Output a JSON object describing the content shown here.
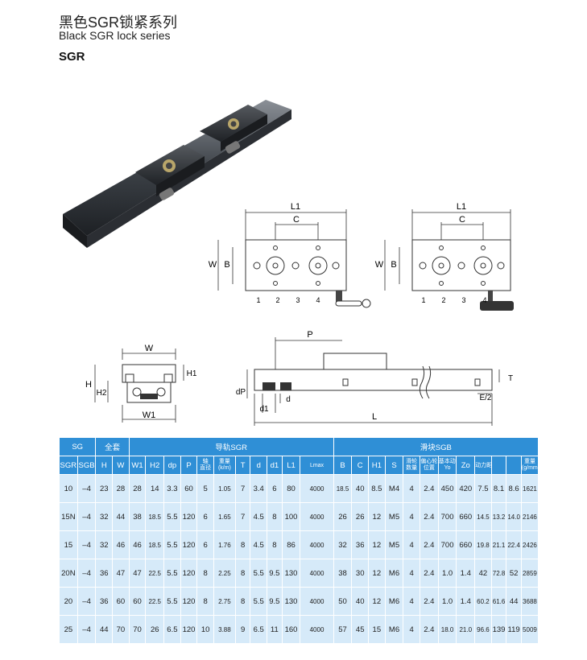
{
  "header": {
    "title_cn": "黑色SGR锁紧系列",
    "title_en": "Black SGR lock series",
    "model": "SGR"
  },
  "diagram_labels": {
    "L1": "L1",
    "C": "C",
    "W": "W",
    "B": "B",
    "pos": [
      "1",
      "2",
      "3",
      "4"
    ],
    "H": "H",
    "H1": "H1",
    "H2": "H2",
    "W1": "W1",
    "P": "P",
    "dP": "dP",
    "d": "d",
    "d1": "d1",
    "T": "T",
    "E2": "E/2",
    "L": "L"
  },
  "table": {
    "group_headers": [
      "SG",
      "全套",
      "导轨SGR",
      "滑块SGB"
    ],
    "columns": [
      "SGR",
      "SGB",
      "H",
      "W",
      "W1",
      "H2",
      "dp",
      "P",
      "轴",
      "重量",
      "T",
      "d",
      "d1",
      "L1",
      "Lmax",
      "B",
      "C",
      "H1",
      "S",
      "滑轮",
      "偏心轮",
      "基本动力安全负荷",
      "",
      "动力距(N.m)",
      "",
      "",
      "重量"
    ],
    "column_subs": [
      "",
      "",
      "",
      "",
      "",
      "",
      "",
      "",
      "直径",
      "(k/m)",
      "",
      "",
      "",
      "",
      "",
      "",
      "",
      "",
      "",
      "数量",
      "位置",
      "Yo",
      "Zo",
      "",
      "",
      "",
      "(g/mm)"
    ],
    "rows": [
      [
        "10",
        "–4",
        "23",
        "28",
        "28",
        "14",
        "3.3",
        "60",
        "5",
        "1.05",
        "7",
        "3.4",
        "6",
        "80",
        "4000",
        "18.5",
        "40",
        "8.5",
        "M4",
        "4",
        "2.4",
        "450",
        "420",
        "7.5",
        "8.1",
        "8.6",
        "1621"
      ],
      [
        "15N",
        "–4",
        "32",
        "44",
        "38",
        "18.5",
        "5.5",
        "120",
        "6",
        "1.65",
        "7",
        "4.5",
        "8",
        "100",
        "4000",
        "26",
        "26",
        "12",
        "M5",
        "4",
        "2.4",
        "700",
        "660",
        "14.5",
        "13.2",
        "14.0",
        "2146"
      ],
      [
        "15",
        "–4",
        "32",
        "46",
        "46",
        "18.5",
        "5.5",
        "120",
        "6",
        "1.76",
        "8",
        "4.5",
        "8",
        "86",
        "4000",
        "32",
        "36",
        "12",
        "M5",
        "4",
        "2.4",
        "700",
        "660",
        "19.8",
        "21.1",
        "22.4",
        "2426"
      ],
      [
        "20N",
        "–4",
        "36",
        "47",
        "47",
        "22.5",
        "5.5",
        "120",
        "8",
        "2.25",
        "8",
        "5.5",
        "9.5",
        "130",
        "4000",
        "38",
        "30",
        "12",
        "M6",
        "4",
        "2.4",
        "1.0",
        "1.4",
        "42",
        "72.8",
        "52",
        "2859"
      ],
      [
        "20",
        "–4",
        "36",
        "60",
        "60",
        "22.5",
        "5.5",
        "120",
        "8",
        "2.75",
        "8",
        "5.5",
        "9.5",
        "130",
        "4000",
        "50",
        "40",
        "12",
        "M6",
        "4",
        "2.4",
        "1.0",
        "1.4",
        "60.2",
        "61.6",
        "44",
        "3688"
      ],
      [
        "25",
        "–4",
        "44",
        "70",
        "70",
        "26",
        "6.5",
        "120",
        "10",
        "3.88",
        "9",
        "6.5",
        "11",
        "160",
        "4000",
        "57",
        "45",
        "15",
        "M6",
        "4",
        "2.4",
        "18.0",
        "21.0",
        "96.6",
        "139",
        "119",
        "5009"
      ]
    ]
  },
  "colors": {
    "header_blue": "#2f8fd6",
    "cell_blue": "#d6eaf9"
  }
}
